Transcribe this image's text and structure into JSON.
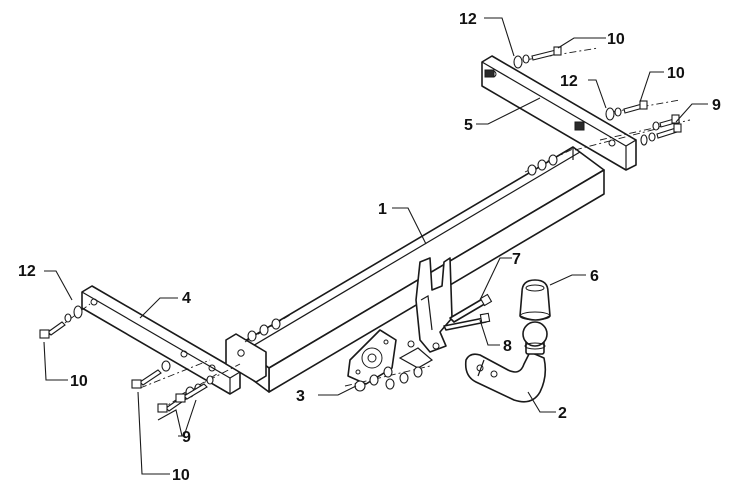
{
  "diagram": {
    "callouts": [
      {
        "id": "c12a",
        "text": "12"
      },
      {
        "id": "c10a",
        "text": "10"
      },
      {
        "id": "c10b",
        "text": "10"
      },
      {
        "id": "c12b",
        "text": "12"
      },
      {
        "id": "c9a",
        "text": "9"
      },
      {
        "id": "c5",
        "text": "5"
      },
      {
        "id": "c1",
        "text": "1"
      },
      {
        "id": "c7",
        "text": "7"
      },
      {
        "id": "c6",
        "text": "6"
      },
      {
        "id": "c12c",
        "text": "12"
      },
      {
        "id": "c4",
        "text": "4"
      },
      {
        "id": "c8",
        "text": "8"
      },
      {
        "id": "c10c",
        "text": "10"
      },
      {
        "id": "c3",
        "text": "3"
      },
      {
        "id": "c2",
        "text": "2"
      },
      {
        "id": "c9b",
        "text": "9"
      },
      {
        "id": "c10d",
        "text": "10"
      }
    ]
  },
  "colors": {
    "line": "#1a1a1a",
    "background": "#ffffff"
  }
}
